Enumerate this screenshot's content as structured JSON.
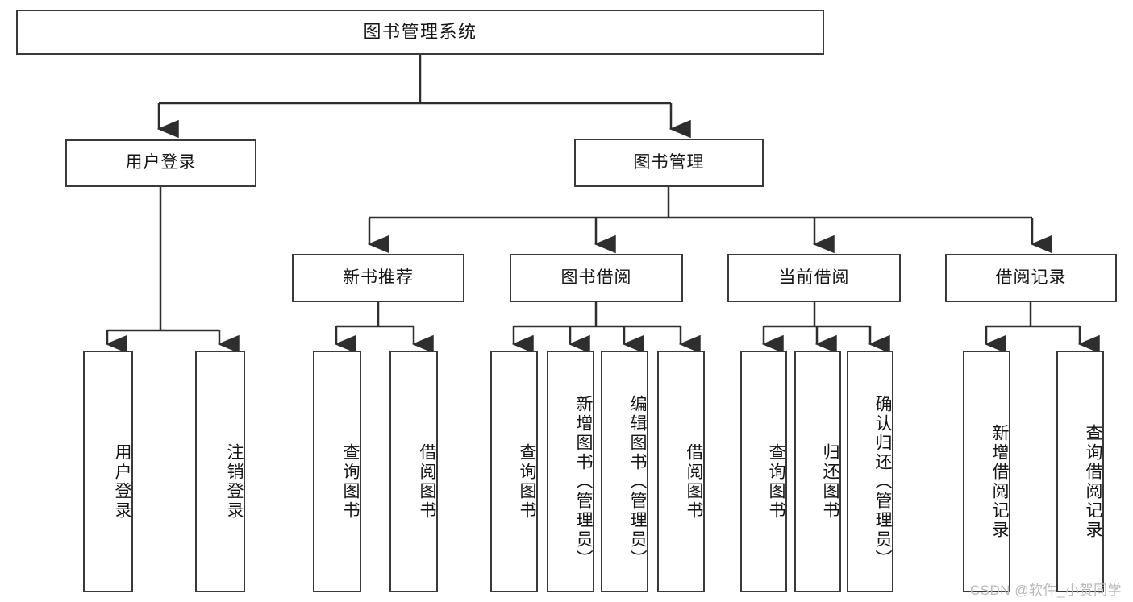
{
  "diagram": {
    "title": "图书管理系统",
    "type": "tree",
    "root": {
      "label": "图书管理系统"
    },
    "level2": [
      {
        "label": "用户登录"
      },
      {
        "label": "图书管理"
      }
    ],
    "level3": [
      {
        "label": "新书推荐"
      },
      {
        "label": "图书借阅"
      },
      {
        "label": "当前借阅"
      },
      {
        "label": "借阅记录"
      }
    ],
    "leaves": {
      "user_login": [
        {
          "label": "用户登录"
        },
        {
          "label": "注销登录"
        }
      ],
      "new_book_recommend": [
        {
          "label": "查询图书"
        },
        {
          "label": "借阅图书"
        }
      ],
      "book_borrow": [
        {
          "label": "查询图书"
        },
        {
          "label": "新增图书（管理员）"
        },
        {
          "label": "编辑图书（管理员）"
        },
        {
          "label": "借阅图书"
        }
      ],
      "current_borrow": [
        {
          "label": "查询图书"
        },
        {
          "label": "归还图书"
        },
        {
          "label": "确认归还（管理员）"
        }
      ],
      "borrow_records": [
        {
          "label": "新增借阅记录"
        },
        {
          "label": "查询借阅记录"
        }
      ]
    }
  },
  "watermark": {
    "text": "CSDN @软件_小贺同学"
  },
  "colors": {
    "border": "#3a3a3a",
    "background": "#ffffff",
    "text": "#141414",
    "watermark": "#b9b9b9"
  }
}
